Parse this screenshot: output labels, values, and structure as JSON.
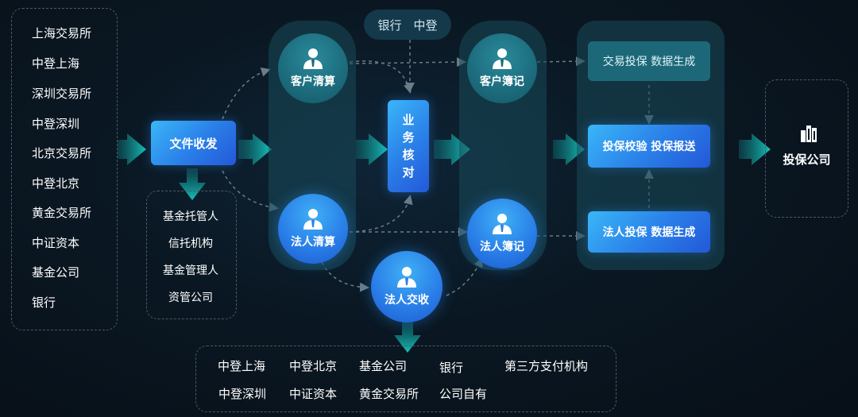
{
  "left_list": [
    "上海交易所",
    "中登上海",
    "深圳交易所",
    "中登深圳",
    "北京交易所",
    "中登北京",
    "黄金交易所",
    "中证资本",
    "基金公司",
    "银行"
  ],
  "file_node": "文件收发",
  "custodian_list": [
    "基金托管人",
    "信托机构",
    "基金管理人",
    "资管公司"
  ],
  "nodes": {
    "customer_clearing": "客户清算",
    "legal_clearing": "法人清算",
    "business_check": [
      "业",
      "务",
      "核",
      "对"
    ],
    "customer_ledger": "客户簿记",
    "legal_ledger": "法人簿记",
    "legal_settlement": "法人交收",
    "bank_zhongdeng": "银行　中登"
  },
  "right_group": {
    "trade_insurance": "交易投保  数据生成",
    "check_report": "投保校验  投保报送",
    "legal_insurance": "法人投保  数据生成"
  },
  "target": "投保公司",
  "bottom_list": [
    "中登上海",
    "中登北京",
    "基金公司",
    "银行",
    "第三方支付机构",
    "中登深圳",
    "中证资本",
    "黄金交易所",
    "公司自有"
  ],
  "colors": {
    "teal_arrow": "#12b5b0",
    "blue_node": "#2a7fe8",
    "lane": "#1a4a5a"
  }
}
